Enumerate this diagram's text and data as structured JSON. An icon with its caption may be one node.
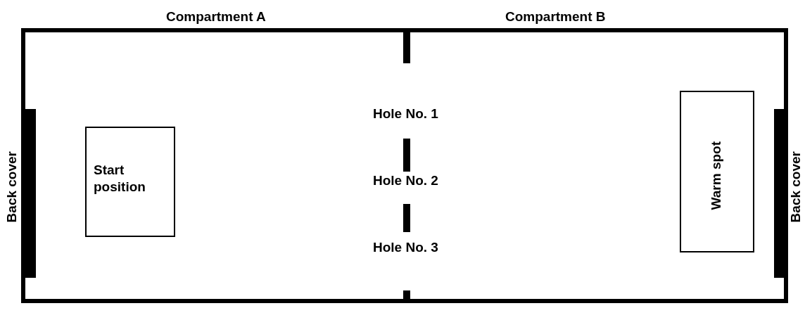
{
  "diagram": {
    "nodes": [
      {
        "text": [
          "Compartment A"
        ]
      },
      {
        "text": [
          "Compartment B"
        ]
      },
      {
        "text": [
          "Start position"
        ],
        "in": 0
      },
      {
        "text": [
          "Warm spot"
        ],
        "in": 1
      }
    ],
    "edges": [],
    "labels": [
      "Hole No. 1",
      "Hole No. 2",
      "Hole No. 3",
      "Back cover",
      "Back cover"
    ]
  }
}
